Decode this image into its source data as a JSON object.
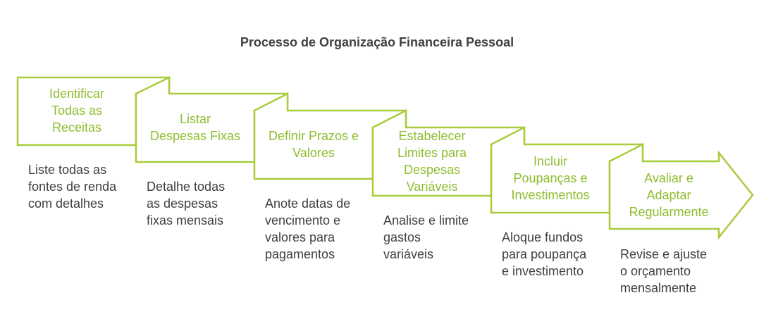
{
  "title": "Processo de Organização Financeira Pessoal",
  "accent_color": "#a8cc3c",
  "title_text_color": "#8fbd2f",
  "steps": [
    {
      "title": "Identificar\nTodas as\nReceitas",
      "description": "Liste todas as\nfontes de renda\ncom detalhes"
    },
    {
      "title": "Listar\nDespesas Fixas",
      "description": "Detalhe todas\nas despesas\nfixas mensais"
    },
    {
      "title": "Definir Prazos e\nValores",
      "description": "Anote datas de\nvencimento e\nvalores para\npagamentos"
    },
    {
      "title": "Estabelecer\nLimites para\nDespesas\nVariáveis",
      "description": "Analise e limite\ngastos\nvariáveis"
    },
    {
      "title": "Incluir\nPoupanças e\nInvestimentos",
      "description": "Aloque fundos\npara poupança\ne investimento"
    },
    {
      "title": "Avaliar e\nAdaptar\nRegularmente",
      "description": "Revise e ajuste\no orçamento\nmensalmente"
    }
  ]
}
